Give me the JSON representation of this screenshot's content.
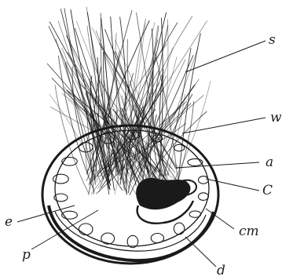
{
  "figure": {
    "labels": {
      "s": "s",
      "w": "w",
      "a": "a",
      "c": "C",
      "cm": "cm",
      "d": "d",
      "e": "e",
      "p": "p"
    },
    "ink_color": "#1a1a1a",
    "background_color": "#ffffff"
  }
}
